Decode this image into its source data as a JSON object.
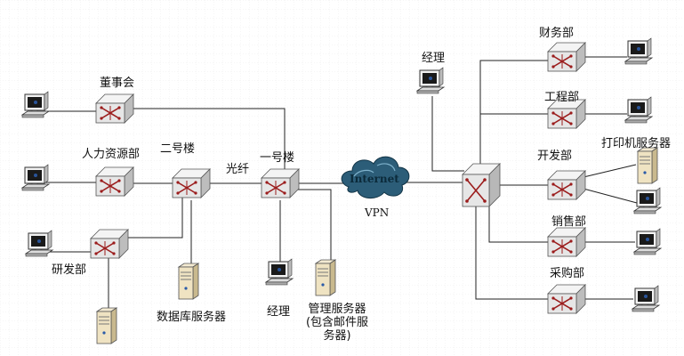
{
  "labels": {
    "board": "董事会",
    "hr": "人力资源部",
    "rnd": "研发部",
    "building2": "二号楼",
    "fiber": "光纤",
    "building1": "一号楼",
    "db_server": "数据库服务器",
    "manager_bottom": "经理",
    "mgmt_server_line1": "管理服务器",
    "mgmt_server_line2": "(包含邮件服",
    "mgmt_server_line3": "务器)",
    "internet": "Internet",
    "vpn": "VPN",
    "manager_top": "经理",
    "finance": "财务部",
    "engineering": "工程部",
    "development": "开发部",
    "print_server": "打印机服务器",
    "sales": "销售部",
    "purchasing": "采购部"
  },
  "colors": {
    "line": "#222222",
    "switch_fill": "#e8e8e8",
    "switch_stroke": "#555555",
    "switch_arrow": "#9b1c1c",
    "grid": "#d9d9d9",
    "cloud": "#1f4e66"
  },
  "icons": {
    "switch": "network-switch-icon",
    "pc": "desktop-computer-icon",
    "server": "server-tower-icon",
    "cloud": "internet-cloud-icon"
  }
}
